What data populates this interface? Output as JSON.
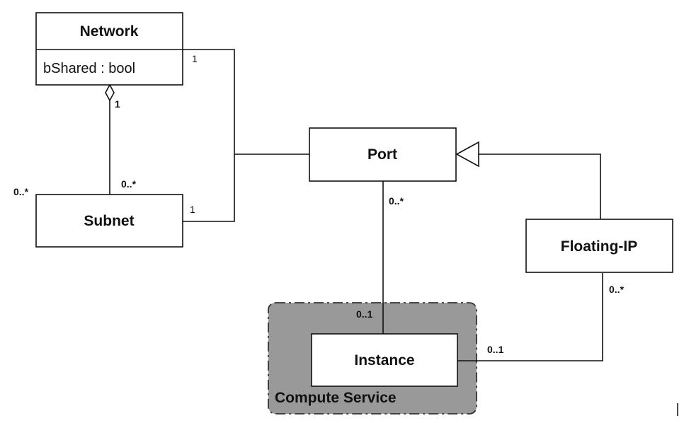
{
  "classes": {
    "network": {
      "name": "Network",
      "attribute": "bShared : bool"
    },
    "subnet": {
      "name": "Subnet"
    },
    "port": {
      "name": "Port"
    },
    "floating_ip": {
      "name": "Floating-IP"
    },
    "instance": {
      "name": "Instance"
    }
  },
  "group": {
    "label": "Compute Service",
    "fill": "#999999"
  },
  "multiplicities": {
    "network_port": "1",
    "network_subnet": "1",
    "subnet_network": "0..*",
    "subnet_left": "0..*",
    "subnet_port": "1",
    "port_instance": "0..*",
    "instance_port": "0..1",
    "floating_ip_instance": "0..*",
    "instance_floating_ip": "0..1"
  }
}
